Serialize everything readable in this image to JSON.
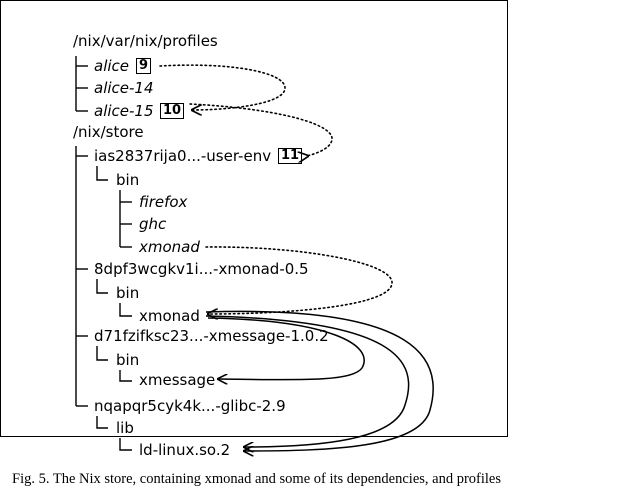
{
  "tree": {
    "profiles_root": "/nix/var/nix/profiles",
    "profiles": [
      {
        "name": "alice",
        "generation": "9"
      },
      {
        "name": "alice-14",
        "generation": ""
      },
      {
        "name": "alice-15",
        "generation": "10"
      }
    ],
    "store_root": "/nix/store",
    "store_paths": [
      {
        "name": "ias2837rija0...-user-env",
        "generation": "11",
        "subdir": "bin",
        "entries": [
          "firefox",
          "ghc",
          "xmonad"
        ]
      },
      {
        "name": "8dpf3wcgkv1i...-xmonad-0.5",
        "subdir": "bin",
        "entries": [
          "xmonad"
        ]
      },
      {
        "name": "d71fzifksc23...-xmessage-1.0.2",
        "subdir": "bin",
        "entries": [
          "xmessage"
        ]
      },
      {
        "name": "nqapqr5cyk4k...-glibc-2.9",
        "subdir": "lib",
        "entries": [
          "ld-linux.so.2"
        ]
      }
    ]
  },
  "caption": "Fig. 5. The Nix store, containing xmonad and some of its dependencies, and profiles"
}
